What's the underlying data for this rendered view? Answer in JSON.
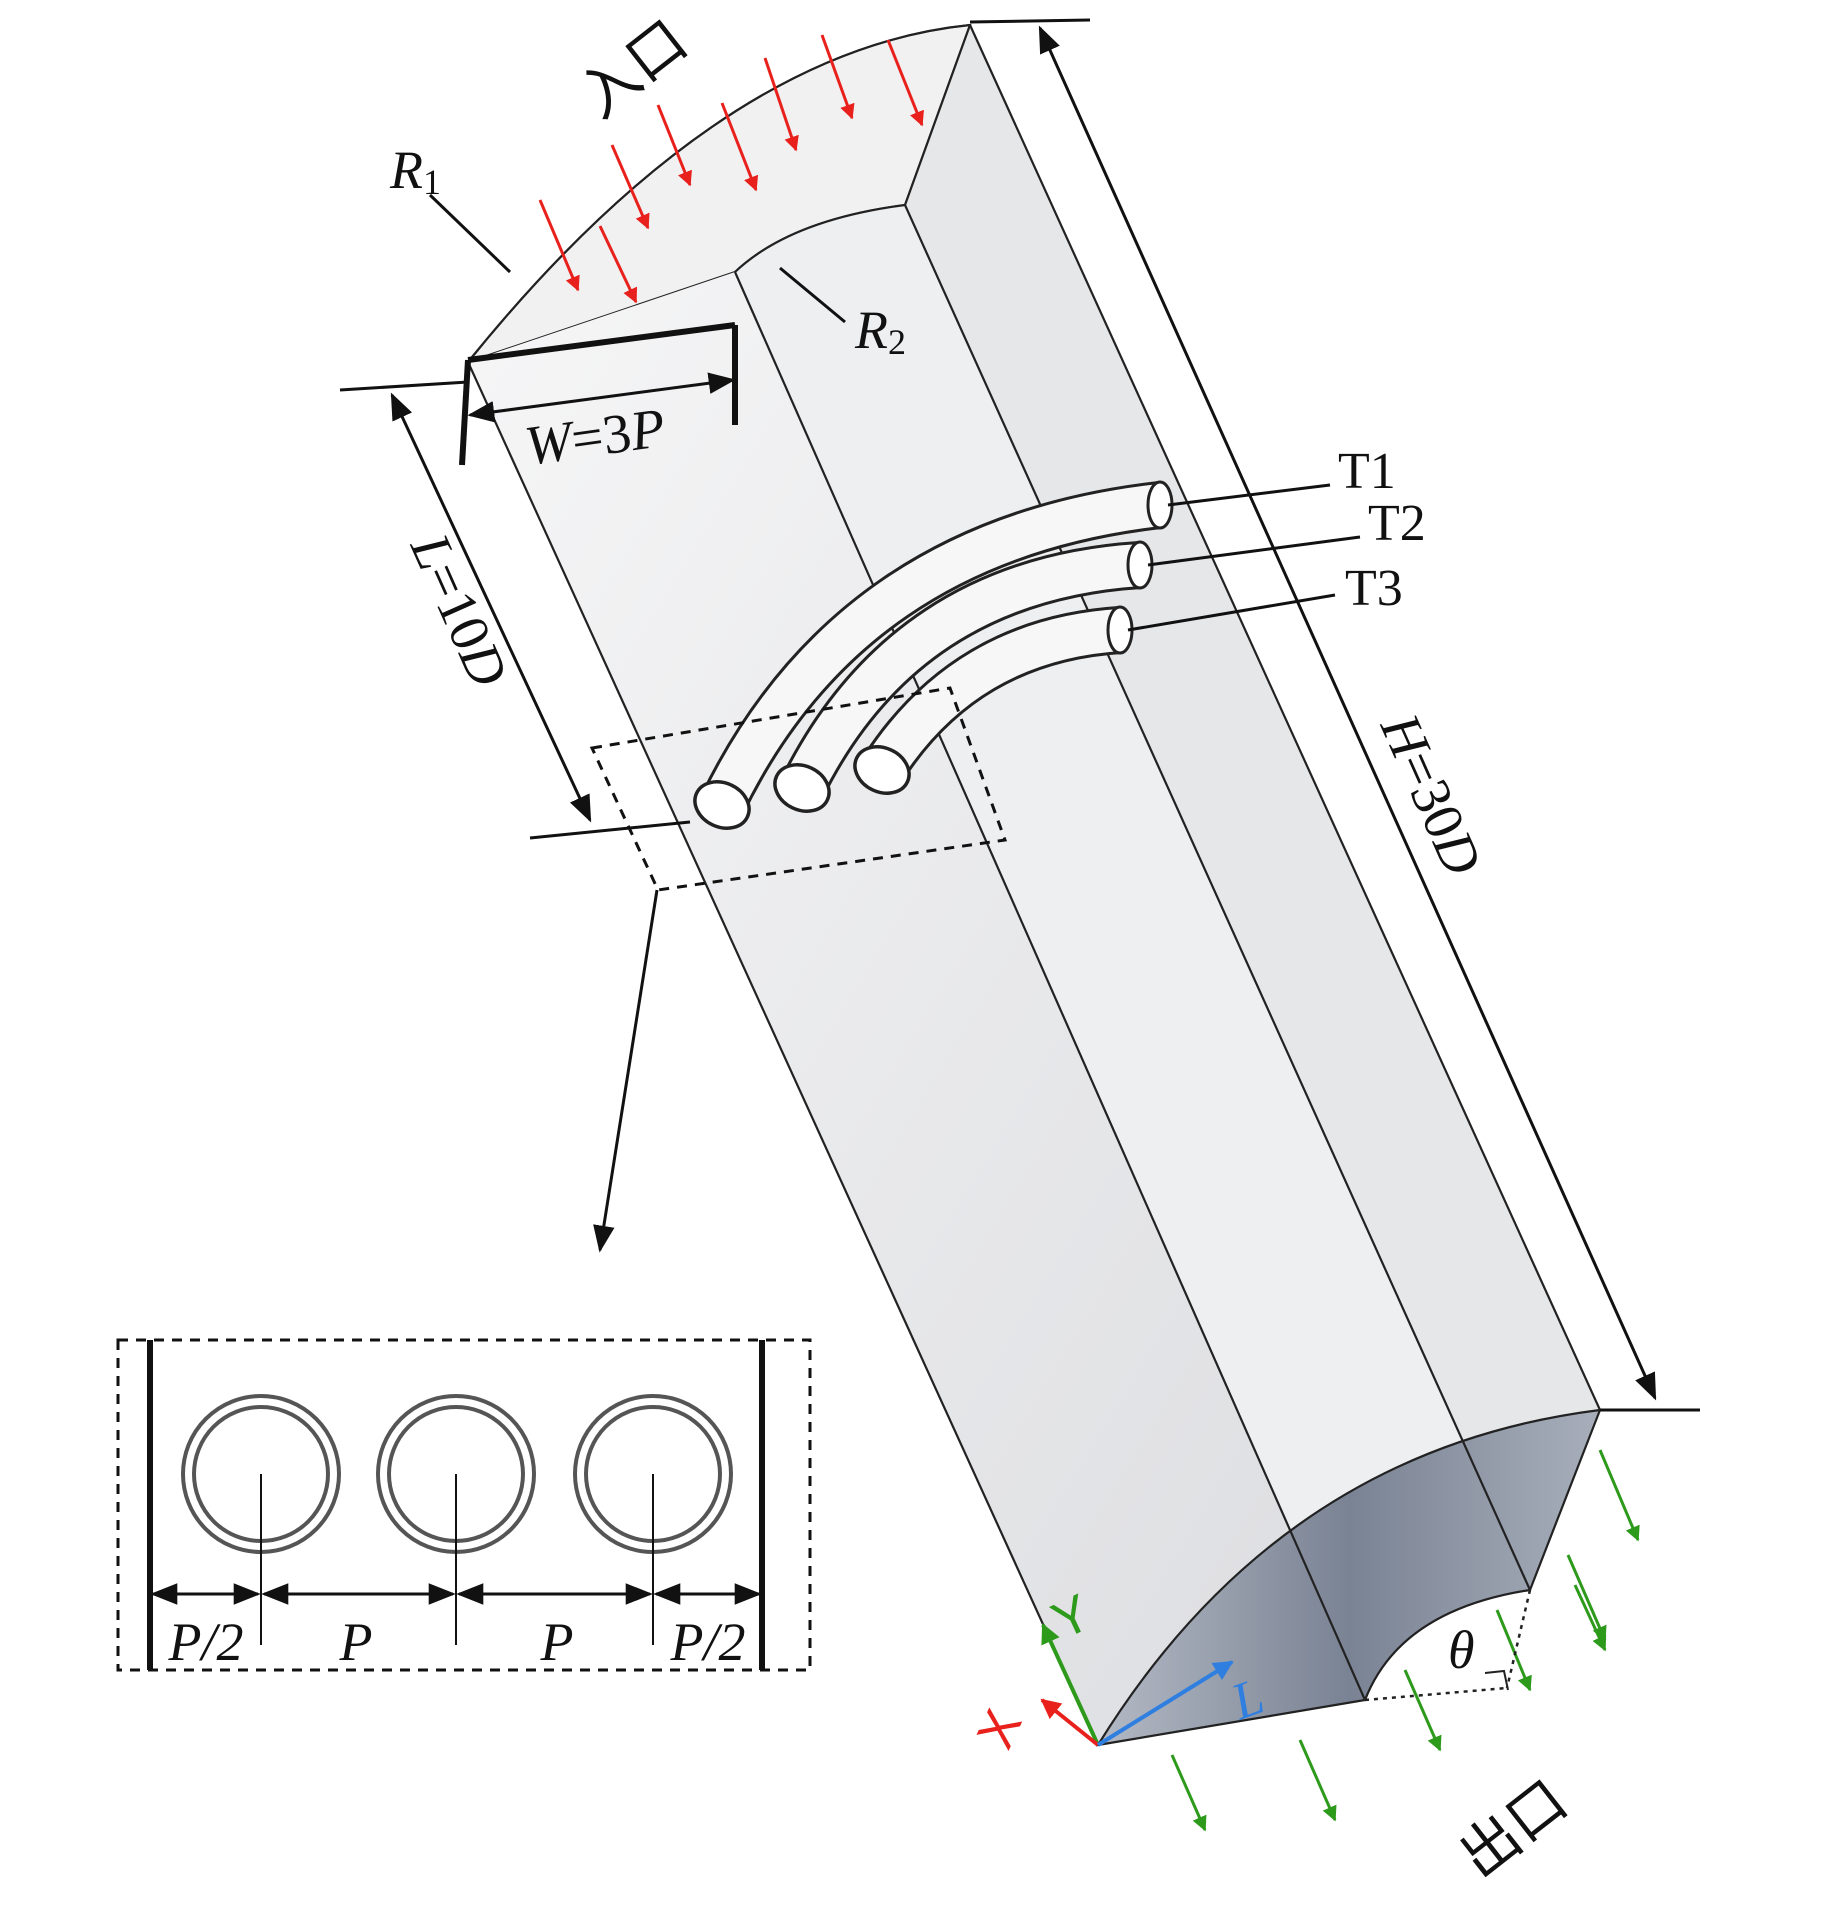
{
  "labels": {
    "inlet": "入口",
    "outlet": "出口",
    "r1_letter": "R",
    "r1_sub": "1",
    "r2_letter": "R",
    "r2_sub": "2",
    "width_var": "W",
    "width_eq": "=3",
    "width_p": "P",
    "length_var": "L",
    "length_eq": "=10",
    "length_d": "D",
    "height_var": "H",
    "height_eq": "=30",
    "height_d": "D",
    "tubes": [
      "T1",
      "T2",
      "T3"
    ],
    "pitch": [
      "P/2",
      "P",
      "P",
      "P/2"
    ],
    "theta": "θ"
  },
  "axes": {
    "x": "X",
    "y": "Y",
    "z": "L"
  },
  "colors": {
    "inlet_arrows": "#e8211c",
    "outlet_arrows": "#2e9a1c",
    "axis_x": "#e8211c",
    "axis_y": "#2e9a1c",
    "axis_z": "#2f7fe0",
    "body_fill": "#ececee",
    "outlet_face": "#8a93a3"
  }
}
